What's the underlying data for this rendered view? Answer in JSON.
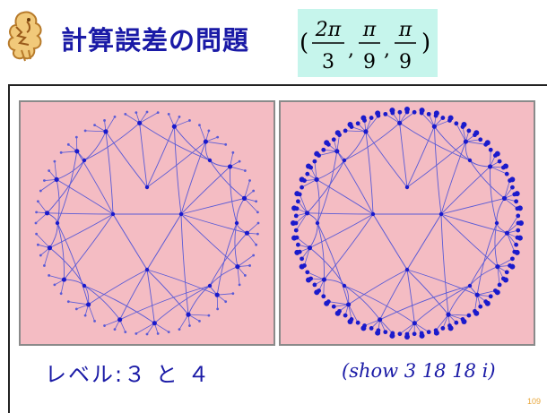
{
  "slide": {
    "title": "計算誤差の問題",
    "formula": {
      "open": "(",
      "terms": [
        {
          "numerator": "2π",
          "denominator": "3"
        },
        {
          "numerator": "π",
          "denominator": "9"
        },
        {
          "numerator": "π",
          "denominator": "9"
        }
      ],
      "close": ")"
    },
    "panels": [
      {
        "name": "level-3"
      },
      {
        "name": "level-4"
      }
    ],
    "caption": "レベル:３ と ４",
    "code": "(show 3 18 18 i)",
    "page_number": "109"
  },
  "colors": {
    "title": "#1a1aa6",
    "formula_background": "#c6f5ec",
    "panel_background": "#f4bcc3",
    "tiling_line": "#5a5ad6",
    "vertex": "#1a1acc",
    "page_number": "#e8a63a"
  }
}
